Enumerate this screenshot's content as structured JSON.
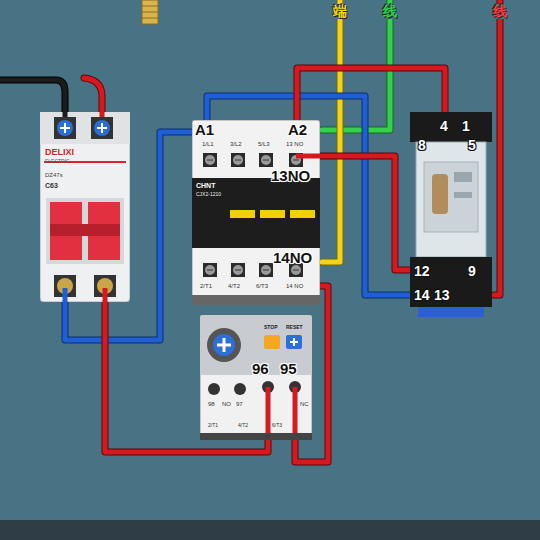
{
  "diagram": {
    "nodes": [
      {
        "text": [
          "DELIXI",
          "ELECTRIC",
          "DZ47s",
          "C63"
        ]
      },
      {
        "text": [
          "A1",
          "A2",
          "1/L1",
          "3/L2",
          "5/L3",
          "13 NO",
          "13NO",
          "CHNT",
          "CJX2-1210",
          "14NO",
          "2/T1",
          "4/T2",
          "6/T3",
          "14 NO"
        ]
      },
      {
        "text": [
          "STOP",
          "RESET",
          "96",
          "95",
          "98",
          "NO",
          "97",
          "NC",
          "2/T1",
          "4/T2",
          "6/T3"
        ]
      },
      {
        "text": [
          "4",
          "1",
          "8",
          "5",
          "12",
          "9",
          "14",
          "13"
        ]
      }
    ],
    "edges": [
      {
        "from": 0,
        "to": 1,
        "arrow": "none"
      },
      {
        "from": 0,
        "to": 2,
        "arrow": "none"
      },
      {
        "from": 2,
        "to": 1,
        "arrow": "none"
      },
      {
        "from": 1,
        "to": 3,
        "arrow": "none"
      },
      {
        "from": 1,
        "to": 3,
        "arrow": "none"
      },
      {
        "from": 3,
        "to": 1,
        "arrow": "none"
      }
    ],
    "labels": [
      "端",
      "线",
      "线"
    ]
  }
}
